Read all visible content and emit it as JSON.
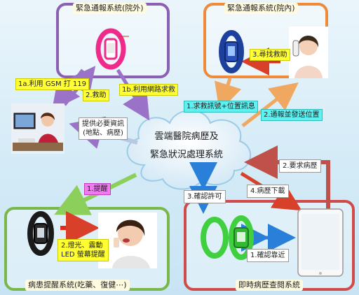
{
  "panels": {
    "outside_title": "緊急通報系統(院外)",
    "inside_title": "緊急通報系統(院內)",
    "remind_title": "病患提醒系統(吃藥、復健⋯)",
    "records_title": "即時病歷查閱系統"
  },
  "cloud": {
    "line1": "雲端醫院病歷及",
    "line2": "緊急狀況處理系統"
  },
  "labels": {
    "gsm": "1a.利用 GSM 打 119",
    "rescue": "2.救助",
    "network": "1b.利用網路求救",
    "send_signal": "1.求救訊號+位置訊息",
    "find_help": "3.尋找救助",
    "notify_location": "2.通報並發送位置",
    "provide_info_line1": "提供必要資訊",
    "provide_info_line2": "(地點、病歷)",
    "remind": "1.提醒",
    "led_line1": "2.燈光、震動",
    "led_line2": "LED 螢幕提醒",
    "request_record": "2.要求病歷",
    "confirm_permit": "3.確認許可",
    "download_record": "4.病歷下載",
    "confirm_near": "1.確認靠近"
  },
  "colors": {
    "outside": "#8a5fb4",
    "inside": "#ee8a3a",
    "remind": "#79b74a",
    "records": "#d14a4a",
    "yellow": "#ffff33",
    "cyan": "#5ff0f0",
    "magenta": "#f07af0",
    "band_pink": "#f02a8a",
    "band_blue": "#1d3f9e",
    "band_black": "#1a1a1a",
    "band_green": "#3fcf3f"
  },
  "icons": {
    "pink_band": "pink-wristband-icon",
    "blue_band": "blue-wristband-icon",
    "black_band": "black-wristband-icon",
    "green_band": "green-wristband-icon",
    "nurse": "nurse-phone-icon",
    "operator": "operator-desk-icon",
    "patient": "patient-medicine-icon",
    "tablet": "tablet-icon",
    "cloud": "cloud-icon"
  }
}
